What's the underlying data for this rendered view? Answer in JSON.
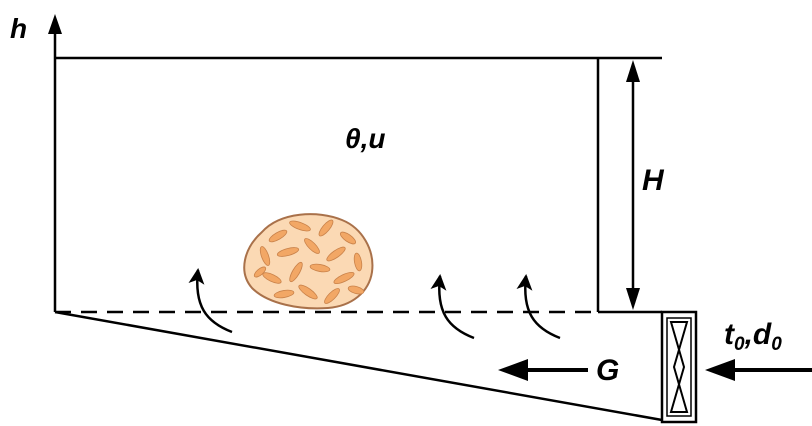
{
  "labels": {
    "h_axis": "h",
    "state_main": "θ,u",
    "height": "H",
    "flow": "G",
    "inlet_t": "t",
    "inlet_t_sub": "0",
    "inlet_sep": ",",
    "inlet_d": "d",
    "inlet_d_sub": "0"
  },
  "colors": {
    "line": "#000000",
    "grain_fill": "#fbd9b4",
    "grain_stroke": "#a9714a",
    "kernel": "#f2a765"
  },
  "icons": {
    "fan": "fan-icon",
    "grain": "grain-pile-icon",
    "airflow": "curved-arrow-icon"
  }
}
